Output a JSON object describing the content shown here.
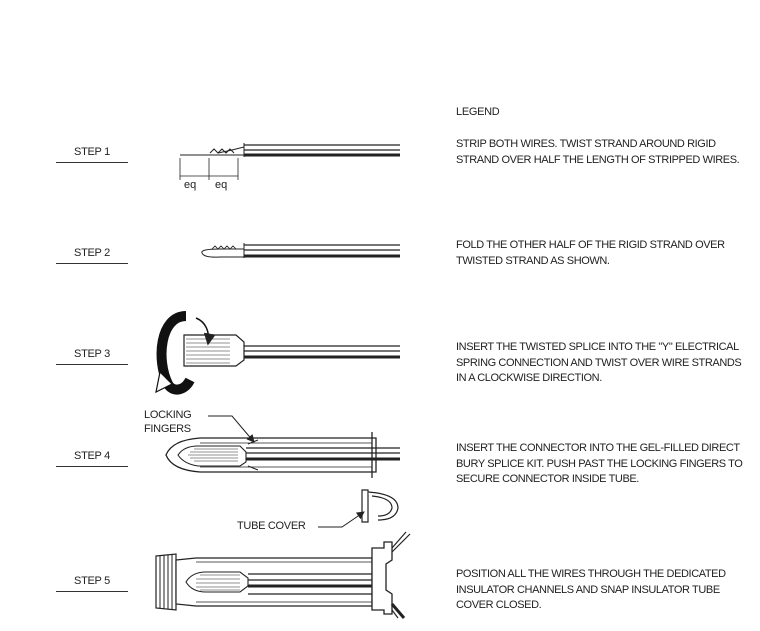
{
  "legend": {
    "title": "LEGEND",
    "items": [
      "STRIP BOTH WIRES.  TWIST STRAND AROUND RIGID STRAND OVER HALF THE LENGTH OF STRIPPED WIRES.",
      "FOLD THE OTHER HALF OF THE RIGID STRAND OVER TWISTED STRAND AS SHOWN.",
      "INSERT THE TWISTED SPLICE INTO THE \"Y\" ELECTRICAL SPRING CONNECTION AND TWIST OVER WIRE STRANDS IN A CLOCKWISE DIRECTION.",
      "INSERT THE CONNECTOR INTO THE GEL-FILLED DIRECT BURY SPLICE KIT. PUSH PAST THE LOCKING FINGERS TO SECURE CONNECTOR INSIDE TUBE.",
      "POSITION ALL THE WIRES THROUGH THE DEDICATED INSULATOR CHANNELS AND SNAP INSULATOR TUBE COVER CLOSED."
    ]
  },
  "steps": [
    "STEP 1",
    "STEP 2",
    "STEP 3",
    "STEP 4",
    "STEP 5"
  ],
  "dimension_labels": [
    "eq",
    "eq"
  ],
  "callouts": {
    "locking_fingers_line1": "LOCKING",
    "locking_fingers_line2": "FINGERS",
    "tube_cover": "TUBE COVER"
  }
}
